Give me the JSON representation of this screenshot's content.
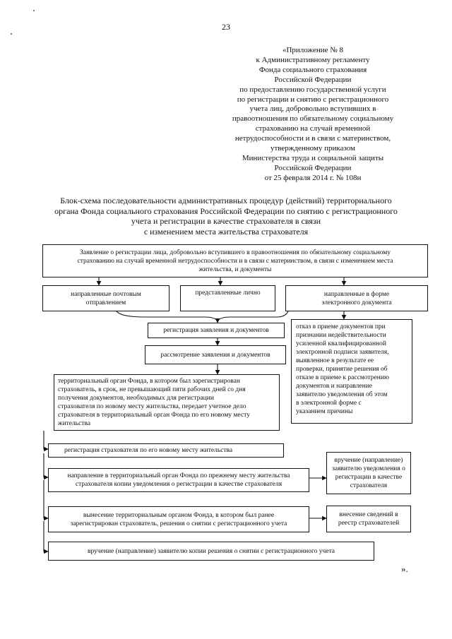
{
  "page_number": "23",
  "appendix": {
    "lines": [
      "«Приложение № 8",
      "к Административному регламенту",
      "Фонда социального страхования",
      "Российской Федерации",
      "по предоставлению государственной услуги",
      "по регистрации и  снятию с регистрационного",
      "учета лиц, добровольно вступивших в",
      "правоотношения по обязательному социальному",
      "страхованию на случай временной",
      "нетрудоспособности и в связи с материнством,",
      "утвержденному приказом",
      "Министерства труда и социальной защиты",
      "Российской Федерации",
      "от 25 февраля 2014 г. № 108н"
    ]
  },
  "title": {
    "lines": [
      "Блок-схема последовательности административных процедур (действий) территориального",
      "органа Фонда социального страхования Российской Федерации по снятию с регистрационного",
      "учета и регистрации в качестве страхователя в связи",
      "с изменением места жительства страхователя"
    ]
  },
  "flowchart": {
    "application": {
      "lines": [
        "Заявление о регистрации лица, добровольно вступившего в правоотношения по обязательному социальному",
        "страхованию на случай временной нетрудоспособности и в связи с материнством, в связи с изменением места",
        "жительства, и документы"
      ]
    },
    "by_mail": {
      "lines": [
        "направленные почтовым",
        "отправлением"
      ]
    },
    "in_person": {
      "lines": [
        "представленные лично"
      ]
    },
    "electronic": {
      "lines": [
        "направленные в форме",
        "электронного документа"
      ]
    },
    "registration": {
      "lines": [
        "регистрация заявления и документов"
      ]
    },
    "review": {
      "lines": [
        "рассмотрение заявления и документов"
      ]
    },
    "refusal": {
      "lines": [
        "отказ в приеме документов при",
        "признании недействительности",
        "усиленной квалифицированной",
        "электронной подписи заявителя,",
        "выявленное в результате ее",
        "проверки, принятие решения об",
        "отказе в приеме к рассмотрению",
        "документов и направление",
        "заявителю уведомления об этом",
        "в электронной форме с",
        "указанием причины"
      ]
    },
    "transfer": {
      "lines": [
        "территориальный орган Фонда, в котором был зарегистрирован",
        "страхователь, в срок, не превышающий пяти рабочих дней со дня",
        "получения документов, необходимых для регистрации",
        "страхователя по новому месту жительства, передает учетное дело",
        "страхователя в территориальный орган Фонда по его новому месту",
        "жительства"
      ]
    },
    "new_registration": {
      "lines": [
        "регистрация страхователя по его новому месту жительства"
      ]
    },
    "send_notice": {
      "lines": [
        "направление в территориальный орган Фонда по прежнему месту жительства",
        "страхователя копии уведомления о регистрации в качестве страхователя"
      ]
    },
    "deliver_notice": {
      "lines": [
        "вручение (направление)",
        "заявителю уведомления о",
        "регистрации в качестве",
        "страхователя"
      ]
    },
    "deregistration": {
      "lines": [
        "вынесение территориальным органом Фонда, в котором был ранее",
        "зарегистрирован страхователь, решения о снятии с регистрационного учета"
      ]
    },
    "registry": {
      "lines": [
        "внесение сведений в",
        "реестр страхователей"
      ]
    },
    "deliver_decision": {
      "lines": [
        "вручение (направление) заявителю копии решения о снятии с регистрационного учета"
      ]
    }
  },
  "closing": "».",
  "colors": {
    "ink": "#111111",
    "paper": "#ffffff"
  }
}
